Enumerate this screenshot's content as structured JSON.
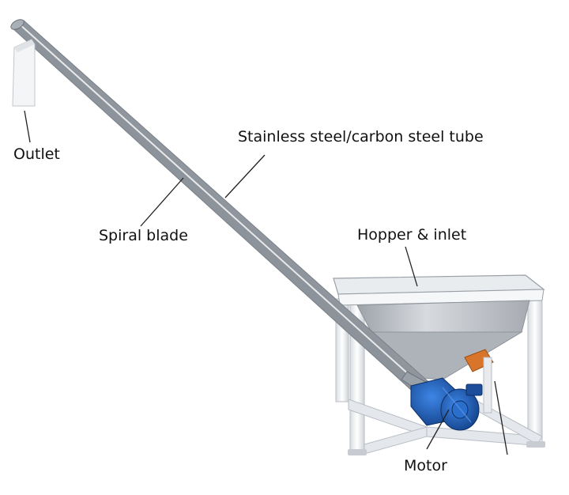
{
  "labels": {
    "outlet": "Outlet",
    "tube": "Stainless steel/carbon steel tube",
    "spiral_blade": "Spiral blade",
    "hopper_inlet": "Hopper & inlet",
    "motor": "Motor"
  },
  "colors": {
    "background": "#ffffff",
    "tube_light": "#f1f3f6",
    "tube_mid": "#c9ced5",
    "tube_dark": "#8d939b",
    "frame": "#eceff2",
    "hopper": "#b8bcc2",
    "motor_blue": "#1f5fb8",
    "coupling_orange": "#d8752a",
    "label_text": "#111111",
    "leader_line": "#222222"
  }
}
